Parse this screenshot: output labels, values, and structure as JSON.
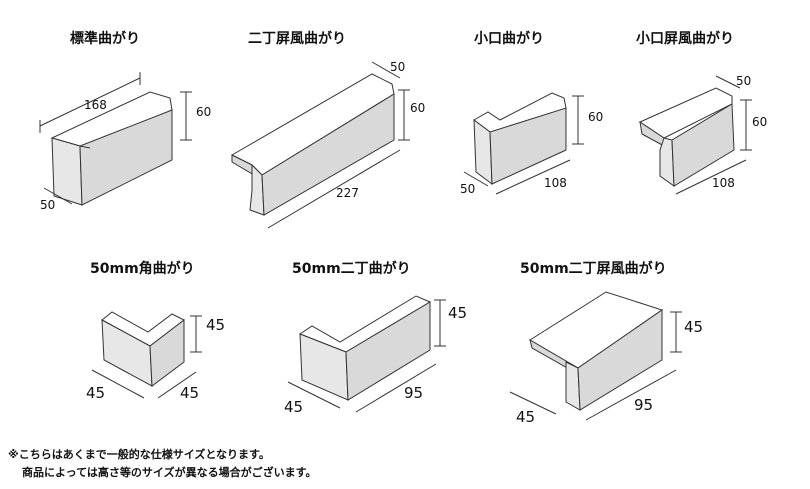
{
  "items": [
    {
      "title": "標準曲がり",
      "dims": [
        "168",
        "60",
        "50"
      ]
    },
    {
      "title": "二丁屏風曲がり",
      "dims": [
        "50",
        "60",
        "227"
      ]
    },
    {
      "title": "小口曲がり",
      "dims": [
        "60",
        "50",
        "108"
      ]
    },
    {
      "title": "小口屏風曲がり",
      "dims": [
        "50",
        "60",
        "108"
      ]
    },
    {
      "title": "50mm角曲がり",
      "dims": [
        "45",
        "45",
        "45"
      ]
    },
    {
      "title": "50mm二丁曲がり",
      "dims": [
        "45",
        "45",
        "95"
      ]
    },
    {
      "title": "50mm二丁屏風曲がり",
      "dims": [
        "45",
        "45",
        "95"
      ]
    }
  ],
  "notes": [
    "※こちらはあくまで一般的な仕様サイズとなります。",
    "商品によっては高さ等のサイズが異なる場合がございます。"
  ]
}
